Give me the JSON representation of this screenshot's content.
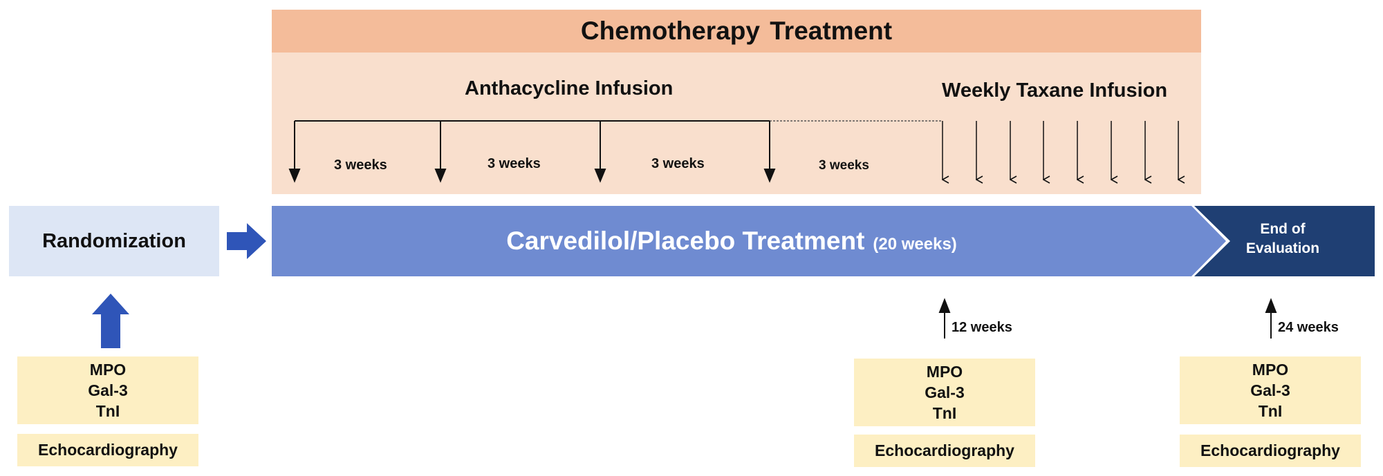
{
  "chemotherapy": {
    "title": "Chemotherapy Treatment",
    "anthracycline_title": "Anthacycline Infusion",
    "taxane_title": "Weekly Taxane Infusion",
    "intervals": [
      "3 weeks",
      "3 weeks",
      "3 weeks",
      "3 weeks"
    ]
  },
  "randomization": {
    "label": "Randomization"
  },
  "treatment": {
    "label": "Carvedilol/Placebo Treatment",
    "duration": "(20 weeks)"
  },
  "end_of_evaluation": {
    "line1": "End of",
    "line2": "Evaluation"
  },
  "timepoints": [
    {
      "label": "",
      "markers": [
        "MPO",
        "Gal-3",
        "TnI"
      ],
      "exam": "Echocardiography"
    },
    {
      "label": "12 weeks",
      "markers": [
        "MPO",
        "Gal-3",
        "TnI"
      ],
      "exam": "Echocardiography"
    },
    {
      "label": "24 weeks",
      "markers": [
        "MPO",
        "Gal-3",
        "TnI"
      ],
      "exam": "Echocardiography"
    }
  ],
  "colors": {
    "chemo_header": "#f4bc9a",
    "chemo_body": "#f9dfcd",
    "randomization": "#dde6f5",
    "treatment_bar": "#6f8bd1",
    "end_of_evaluation": "#1f3f73",
    "arrow_blue": "#2f55b8",
    "marker_box": "#fdefc3"
  }
}
